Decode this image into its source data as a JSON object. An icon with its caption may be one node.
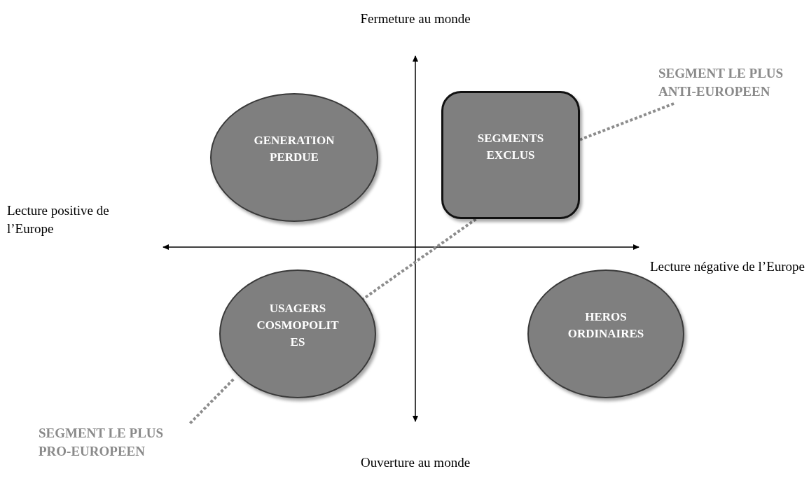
{
  "diagram": {
    "nodes": [
      {
        "text": [
          "GENERATION PERDUE"
        ]
      },
      {
        "text": [
          "SEGMENTS EXCLUS"
        ]
      },
      {
        "text": [
          "USAGERS COSMOPOLIT ES"
        ]
      },
      {
        "text": [
          "HEROS ORDINAIRES"
        ]
      },
      {
        "text": [
          "SEGMENT LE PLUS ANTI-EUROPEEN"
        ]
      },
      {
        "text": [
          "SEGMENT LE PLUS PRO-EUROPEEN"
        ]
      }
    ],
    "edges": [
      {
        "from": 4,
        "to": 1,
        "arrow": "none",
        "style": "dashed"
      },
      {
        "from": 1,
        "to": 2,
        "arrow": "none",
        "style": "dashed"
      },
      {
        "from": 2,
        "to": 5,
        "arrow": "none",
        "style": "dashed"
      }
    ],
    "labels": [
      "Fermeture au monde",
      "Lecture positive de l’Europe",
      "Lecture négative de l’Europe",
      "Ouverture au monde"
    ]
  }
}
